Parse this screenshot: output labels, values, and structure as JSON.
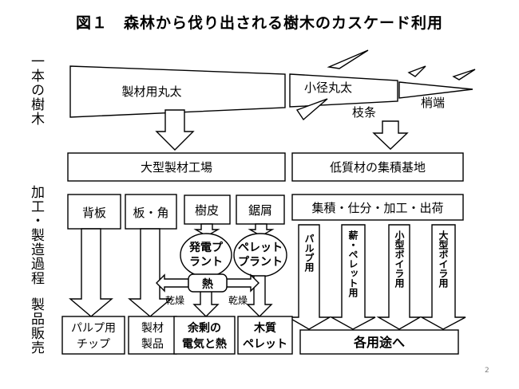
{
  "title": "図１　森林から伐り出される樹木のカスケード利用",
  "sidebar": {
    "tree_part": "一本の樹木",
    "processing": "加工・製造過程",
    "sales": "製品販売"
  },
  "log": {
    "sawlog": "製材用丸太",
    "small_log": "小径丸太",
    "branches": "枝条",
    "treetop": "梢端"
  },
  "stage2": {
    "sawmill": "大型製材工場",
    "yard": "低質材の集積基地"
  },
  "stage3": {
    "back_board": "背板",
    "board": "板・角",
    "bark": "樹皮",
    "sawdust": "鋸屑",
    "yard_process": "集積・仕分・加工・出荷"
  },
  "plants": {
    "power_line1": "発電プ",
    "power_line2": "ラント",
    "pellet_line1": "ペレット",
    "pellet_line2": "プラント"
  },
  "heat": {
    "label": "熱",
    "dry_left": "乾燥",
    "dry_right": "乾燥"
  },
  "uses": {
    "pulp": "パルプ用",
    "firewood": "薪・ペレット用",
    "small_boiler": "小型ボイラ用",
    "large_boiler": "大型ボイラ用"
  },
  "products": {
    "pulp_chip_line1": "パルプ用",
    "pulp_chip_line2": "チップ",
    "lumber_line1": "製材",
    "lumber_line2": "製品",
    "surplus_line1": "余剰の",
    "surplus_line2": "電気と熱",
    "wood_pellet_line1": "木質",
    "wood_pellet_line2": "ペレット",
    "various": "各用途へ"
  },
  "page_number": "2"
}
